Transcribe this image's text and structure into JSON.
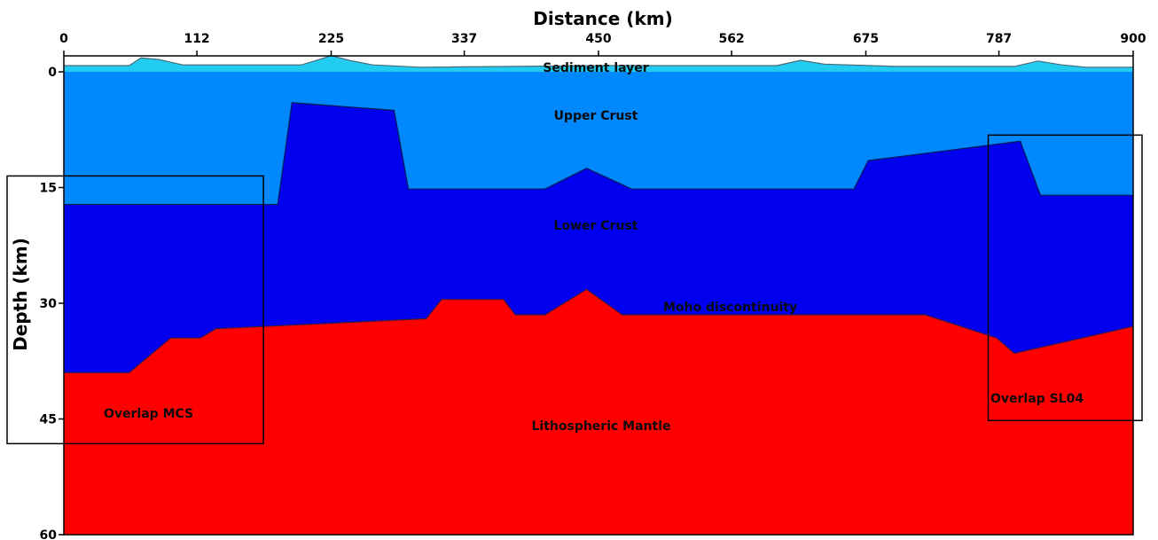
{
  "chart_data": {
    "type": "area",
    "xlabel": "Distance (km)",
    "ylabel": "Depth (km)",
    "x_ticks": [
      "0",
      "112",
      "225",
      "337",
      "450",
      "562",
      "675",
      "787",
      "900"
    ],
    "y_ticks": [
      "0",
      "15",
      "30",
      "45",
      "60"
    ],
    "xlim": [
      0,
      900
    ],
    "ylim": [
      60,
      0
    ],
    "x_axis_position": "top",
    "grid": false,
    "colors": {
      "water": "#22ccf0",
      "upper_crust": "#0088ff",
      "lower_crust": "#0000ee",
      "mantle": "#ff0000"
    },
    "layer_labels": {
      "sediment": "Sediment layer",
      "upper_crust": "Upper Crust",
      "lower_crust": "Lower Crust",
      "moho": "Moho discontinuity",
      "mantle": "Lithospheric Mantle"
    },
    "overlap_labels": {
      "left": "Overlap MCS",
      "right": "Overlap SL04"
    },
    "layers": {
      "seafloor": {
        "x": [
          0,
          55,
          65,
          80,
          100,
          200,
          215,
          225,
          240,
          260,
          300,
          450,
          600,
          620,
          640,
          700,
          800,
          820,
          840,
          860,
          900
        ],
        "depth": [
          -0.8,
          -0.8,
          -1.8,
          -1.6,
          -0.9,
          -0.9,
          -1.6,
          -2.1,
          -1.5,
          -0.9,
          -0.6,
          -0.8,
          -0.8,
          -1.5,
          -1.0,
          -0.7,
          -0.7,
          -1.4,
          -0.9,
          -0.6,
          -0.6
        ]
      },
      "upper_lower_boundary": {
        "x": [
          0,
          180,
          192,
          278,
          290,
          405,
          440,
          478,
          665,
          677,
          805,
          822,
          900
        ],
        "depth": [
          17.2,
          17.2,
          4.0,
          5.0,
          15.2,
          15.2,
          12.5,
          15.2,
          15.2,
          11.5,
          9.0,
          16.0,
          16.0
        ]
      },
      "moho": {
        "x": [
          0,
          55,
          90,
          115,
          128,
          305,
          318,
          370,
          380,
          405,
          440,
          470,
          725,
          785,
          800,
          900
        ],
        "depth": [
          39.0,
          39.0,
          34.5,
          34.5,
          33.3,
          32.0,
          29.5,
          29.5,
          31.5,
          31.5,
          28.2,
          31.5,
          31.5,
          34.5,
          36.5,
          33.0
        ]
      }
    },
    "overlap_boxes": [
      {
        "name": "Overlap MCS",
        "x_range": [
          -48,
          168
        ],
        "depth_range": [
          13.5,
          48.2
        ]
      },
      {
        "name": "Overlap SL04",
        "x_range": [
          778,
          900
        ],
        "depth_range": [
          8.2,
          45.2
        ]
      }
    ]
  }
}
